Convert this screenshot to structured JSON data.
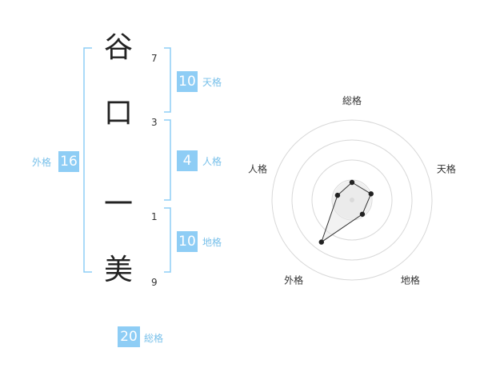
{
  "name_chars": [
    {
      "char": "谷",
      "strokes": "7"
    },
    {
      "char": "口",
      "strokes": "3"
    },
    {
      "char": "一",
      "strokes": "1"
    },
    {
      "char": "美",
      "strokes": "9"
    }
  ],
  "fortunes": {
    "tenkaku": {
      "value": "10",
      "label": "天格"
    },
    "jinkaku": {
      "value": "4",
      "label": "人格"
    },
    "chikaku": {
      "value": "10",
      "label": "地格"
    },
    "gaikaku": {
      "value": "16",
      "label": "外格"
    },
    "soukaku": {
      "value": "20",
      "label": "総格"
    }
  },
  "colors": {
    "accent": "#8ecdf5",
    "label": "#78c0ea",
    "bracket": "#8ecdf5"
  },
  "radar": {
    "axes": [
      "総格",
      "天格",
      "地格",
      "外格",
      "人格"
    ],
    "levels": [
      0.22,
      0.25,
      0.22,
      0.65,
      0.19
    ],
    "max": 1
  }
}
